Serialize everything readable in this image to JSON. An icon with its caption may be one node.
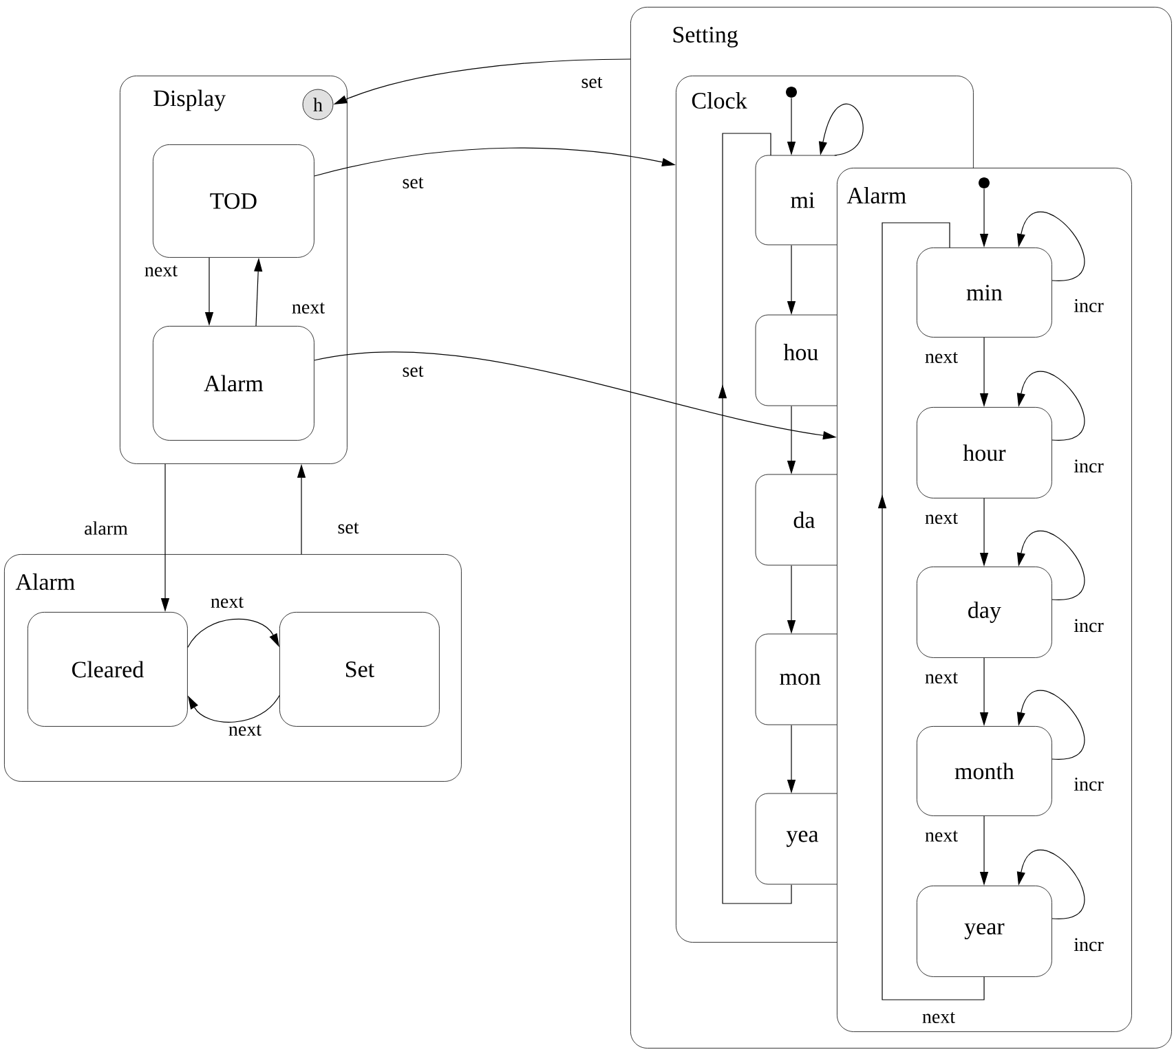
{
  "diagram": {
    "nodes": [
      {
        "text": [
          "Display"
        ]
      },
      {
        "text": [
          "h"
        ],
        "in": 0
      },
      {
        "text": [
          "TOD"
        ],
        "in": 0
      },
      {
        "text": [
          "Alarm"
        ],
        "in": 0
      },
      {
        "text": [
          "Alarm"
        ]
      },
      {
        "text": [
          "Cleared"
        ],
        "in": 4
      },
      {
        "text": [
          "Set"
        ],
        "in": 4
      },
      {
        "text": [
          "Setting"
        ]
      },
      {
        "text": [
          "Clock"
        ],
        "in": 7
      },
      {
        "text": [],
        "shape": "circle",
        "in": 8
      },
      {
        "text": [
          "mi"
        ],
        "in": 8
      },
      {
        "text": [
          "hou"
        ],
        "in": 8
      },
      {
        "text": [
          "da"
        ],
        "in": 8
      },
      {
        "text": [
          "mon"
        ],
        "in": 8
      },
      {
        "text": [
          "yea"
        ],
        "in": 8
      },
      {
        "text": [
          "Alarm"
        ],
        "in": 7
      },
      {
        "text": [],
        "shape": "circle",
        "in": 15
      },
      {
        "text": [
          "min"
        ],
        "in": 15
      },
      {
        "text": [
          "hour"
        ],
        "in": 15
      },
      {
        "text": [
          "day"
        ],
        "in": 15
      },
      {
        "text": [
          "month"
        ],
        "in": 15
      },
      {
        "text": [
          "year"
        ],
        "in": 15
      }
    ],
    "edges": [
      {
        "from": 7,
        "to": 1,
        "arrow": "to",
        "label": "set"
      },
      {
        "from": 2,
        "to": 8,
        "arrow": "to",
        "label": "set"
      },
      {
        "from": 3,
        "to": 15,
        "arrow": "to",
        "label": "set"
      },
      {
        "from": 2,
        "to": 3,
        "arrow": "to",
        "label": "next"
      },
      {
        "from": 3,
        "to": 2,
        "arrow": "to",
        "label": "next"
      },
      {
        "from": 0,
        "to": 5,
        "arrow": "to",
        "label": "alarm"
      },
      {
        "from": 4,
        "to": 0,
        "arrow": "to",
        "label": "set"
      },
      {
        "from": 5,
        "to": 6,
        "arrow": "to",
        "label": "next"
      },
      {
        "from": 6,
        "to": 5,
        "arrow": "to",
        "label": "next"
      },
      {
        "from": 9,
        "to": 10,
        "arrow": "to"
      },
      {
        "from": 10,
        "to": 10,
        "arrow": "to"
      },
      {
        "from": 10,
        "to": 11,
        "arrow": "to"
      },
      {
        "from": 11,
        "to": 12,
        "arrow": "to"
      },
      {
        "from": 12,
        "to": 13,
        "arrow": "to"
      },
      {
        "from": 13,
        "to": 14,
        "arrow": "to"
      },
      {
        "from": 14,
        "to": 10,
        "arrow": "to"
      },
      {
        "from": 16,
        "to": 17,
        "arrow": "to"
      },
      {
        "from": 17,
        "to": 17,
        "arrow": "to",
        "label": "incr"
      },
      {
        "from": 18,
        "to": 18,
        "arrow": "to",
        "label": "incr"
      },
      {
        "from": 19,
        "to": 19,
        "arrow": "to",
        "label": "incr"
      },
      {
        "from": 20,
        "to": 20,
        "arrow": "to",
        "label": "incr"
      },
      {
        "from": 21,
        "to": 21,
        "arrow": "to",
        "label": "incr"
      },
      {
        "from": 17,
        "to": 18,
        "arrow": "to",
        "label": "next"
      },
      {
        "from": 18,
        "to": 19,
        "arrow": "to",
        "label": "next"
      },
      {
        "from": 19,
        "to": 20,
        "arrow": "to",
        "label": "next"
      },
      {
        "from": 20,
        "to": 21,
        "arrow": "to",
        "label": "next"
      },
      {
        "from": 21,
        "to": 17,
        "arrow": "to",
        "label": "next"
      }
    ]
  }
}
